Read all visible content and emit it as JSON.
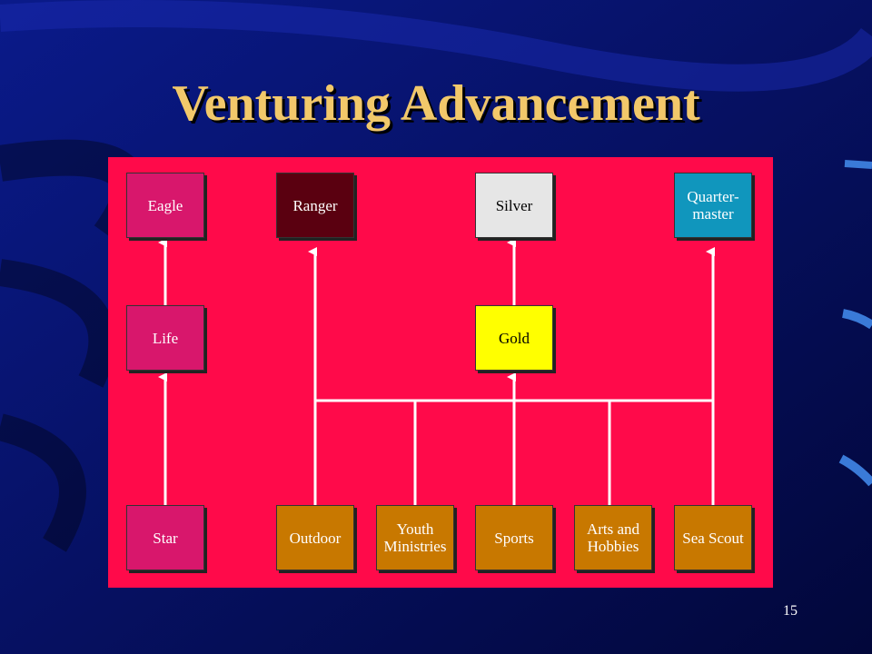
{
  "slide": {
    "title": "Venturing Advancement",
    "page_number": "15"
  },
  "colors": {
    "background": "#050d60",
    "panel": "#ff0a4a",
    "title": "#f2c86a",
    "connector": "#ffffff"
  },
  "boxes": {
    "eagle": "Eagle",
    "life": "Life",
    "star": "Star",
    "ranger": "Ranger",
    "silver": "Silver",
    "gold": "Gold",
    "quartermaster": "Quarter-\nmaster",
    "outdoor": "Outdoor",
    "youth_ministries": "Youth\nMinistries",
    "sports": "Sports",
    "arts_hobbies": "Arts and\nHobbies",
    "sea_scout": "Sea Scout"
  }
}
